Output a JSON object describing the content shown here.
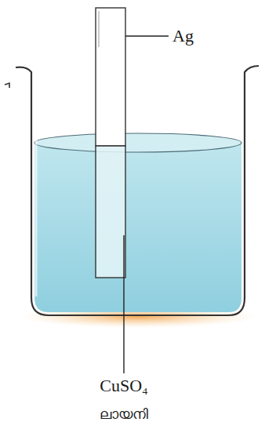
{
  "diagram": {
    "labels": [
      "Ag",
      "CuSO₄",
      "ലായനി"
    ]
  }
}
